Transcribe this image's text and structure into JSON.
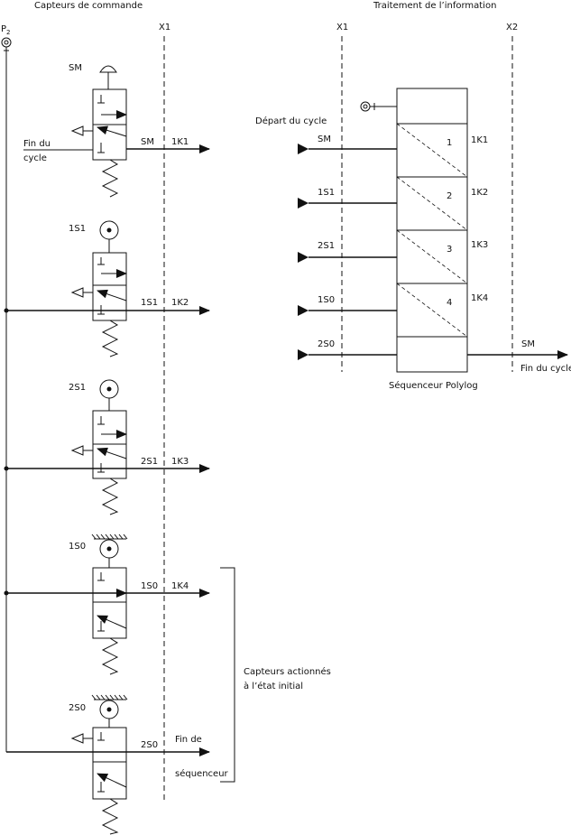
{
  "titles": {
    "left": "Capteurs de commande",
    "right": "Traitement de l’information"
  },
  "supply_label": "P",
  "supply_sub": "2",
  "axis_labels": {
    "x1_left": "X1",
    "x1_right": "X1",
    "x2": "X2"
  },
  "valves": [
    {
      "name": "SM",
      "signal": "SM",
      "output": "1K1",
      "actuator": "push-button"
    },
    {
      "name": "1S1",
      "signal": "1S1",
      "output": "1K2",
      "actuator": "roller"
    },
    {
      "name": "2S1",
      "signal": "2S1",
      "output": "1K3",
      "actuator": "roller"
    },
    {
      "name": "1S0",
      "signal": "1S0",
      "output": "1K4",
      "actuator": "roller-actuated"
    },
    {
      "name": "2S0",
      "signal": "2S0",
      "output": "",
      "actuator": "roller-actuated"
    }
  ],
  "fin_du_cycle_left": [
    "Fin du",
    "cycle"
  ],
  "fin_de_sequenceur": [
    "Fin de",
    "séquenceur"
  ],
  "bracket_label": [
    "Capteurs actionnés",
    "à l’état initial"
  ],
  "sequencer": {
    "label": "Séquenceur Polylog",
    "start_label": "Départ du cycle",
    "inputs": [
      "SM",
      "1S1",
      "2S1",
      "1S0",
      "2S0"
    ],
    "steps": [
      {
        "number": "1",
        "output": "1K1"
      },
      {
        "number": "2",
        "output": "1K2"
      },
      {
        "number": "3",
        "output": "1K3"
      },
      {
        "number": "4",
        "output": "1K4"
      }
    ],
    "output_signal": "SM",
    "output_label": "Fin du cycle"
  }
}
